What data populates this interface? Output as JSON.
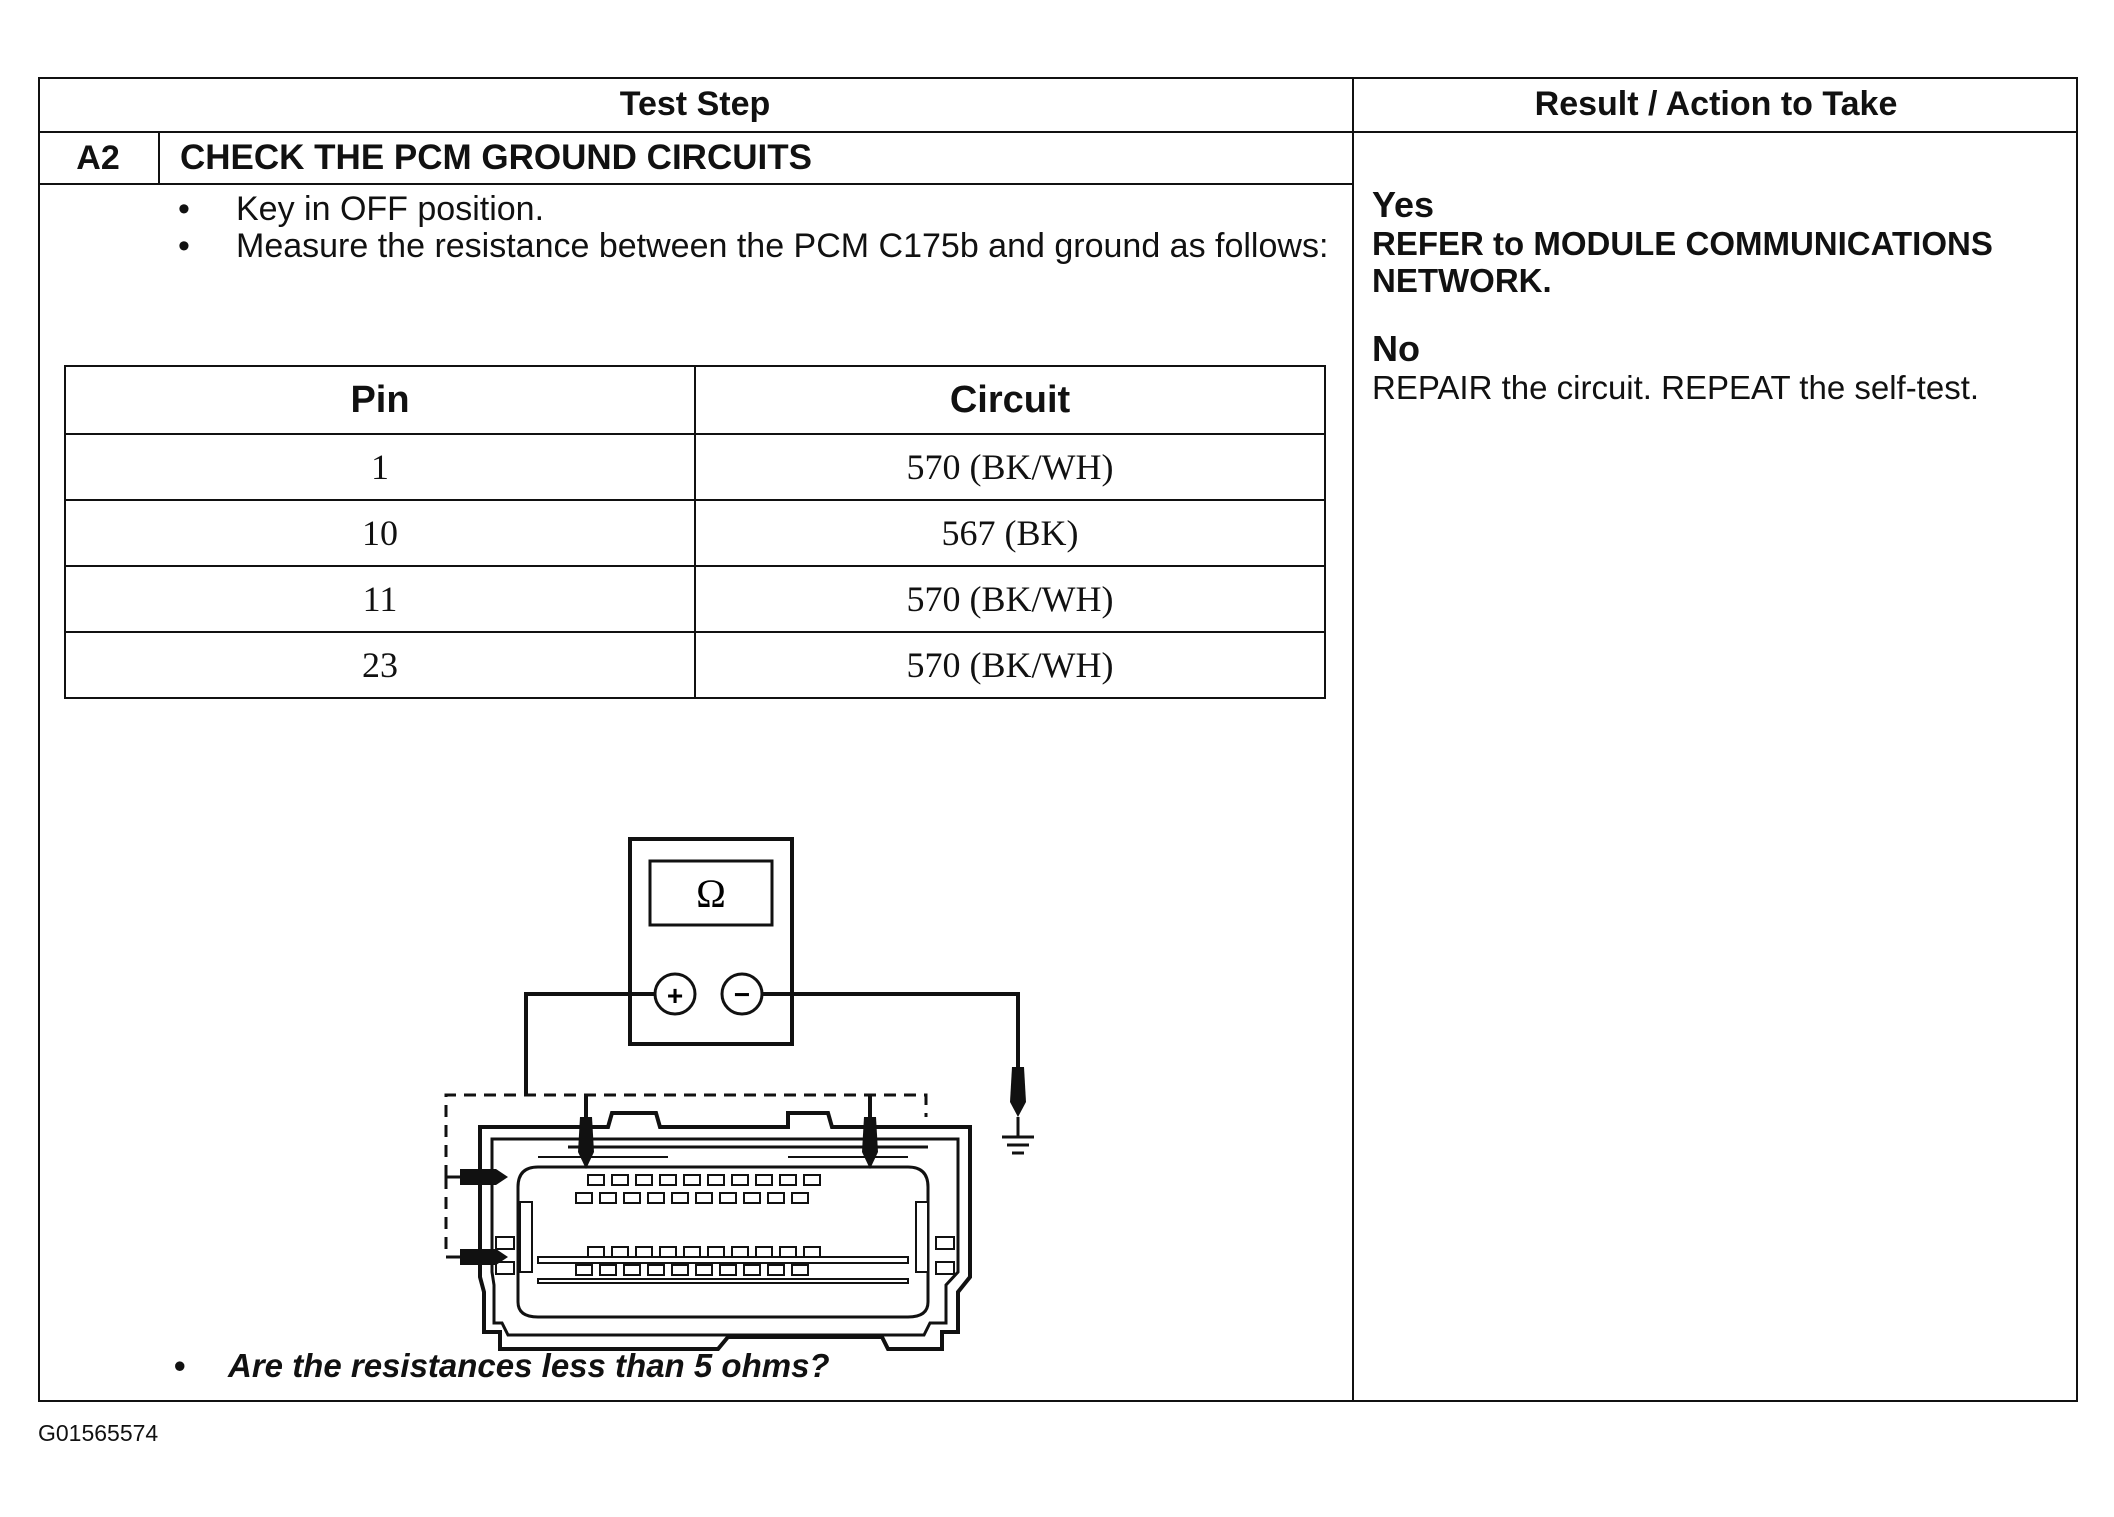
{
  "header": {
    "test_step": "Test Step",
    "result_action": "Result / Action to Take"
  },
  "step": {
    "number": "A2",
    "title": "CHECK THE PCM GROUND CIRCUITS",
    "instructions": [
      "Key in OFF position.",
      "Measure the resistance between the PCM C175b and ground as follows:"
    ],
    "question": "Are the resistances less than 5 ohms?"
  },
  "pin_table": {
    "headers": [
      "Pin",
      "Circuit"
    ],
    "rows": [
      {
        "pin": "1",
        "circuit": "570 (BK/WH)"
      },
      {
        "pin": "10",
        "circuit": "567 (BK)"
      },
      {
        "pin": "11",
        "circuit": "570 (BK/WH)"
      },
      {
        "pin": "23",
        "circuit": "570 (BK/WH)"
      }
    ]
  },
  "diagram": {
    "meter_symbol": "Ω",
    "plus_symbol": "+",
    "minus_symbol": "−"
  },
  "results": {
    "yes_label": "Yes",
    "yes_text": "REFER to MODULE COMMUNICATIONS NETWORK.",
    "no_label": "No",
    "no_text": "REPAIR the circuit. REPEAT the self-test."
  },
  "figure_id": "G01565574"
}
